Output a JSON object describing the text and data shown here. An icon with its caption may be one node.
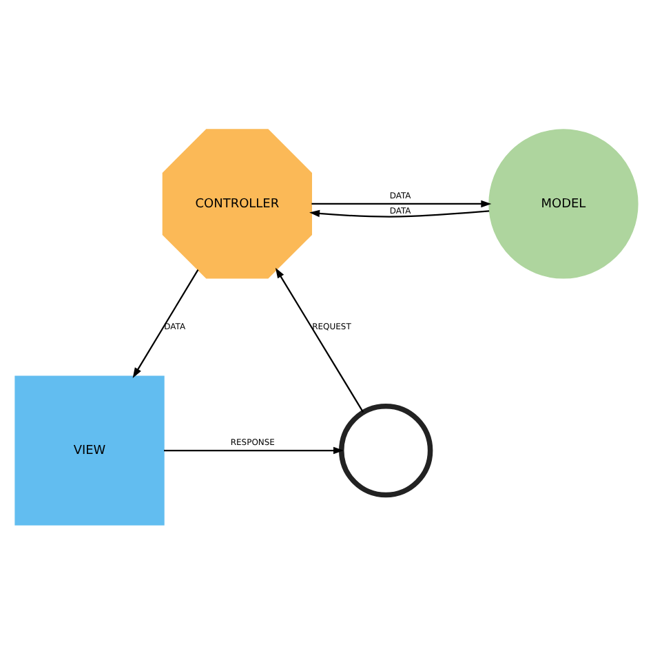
{
  "diagram": {
    "nodes": [
      {
        "text": [
          "CONTROLLER"
        ]
      },
      {
        "text": [
          "MODEL"
        ]
      },
      {
        "text": [
          "VIEW"
        ]
      },
      {
        "text": [],
        "shape": "person"
      }
    ],
    "edges": [
      {
        "from": 0,
        "to": 1,
        "arrow": "to",
        "label": "DATA"
      },
      {
        "from": 1,
        "to": 0,
        "arrow": "to",
        "label": "DATA"
      },
      {
        "from": 0,
        "to": 2,
        "arrow": "to",
        "label": "DATA"
      },
      {
        "from": 3,
        "to": 0,
        "arrow": "to",
        "label": "REQUEST"
      },
      {
        "from": 2,
        "to": 3,
        "arrow": "to",
        "label": "RESPONSE"
      }
    ]
  }
}
